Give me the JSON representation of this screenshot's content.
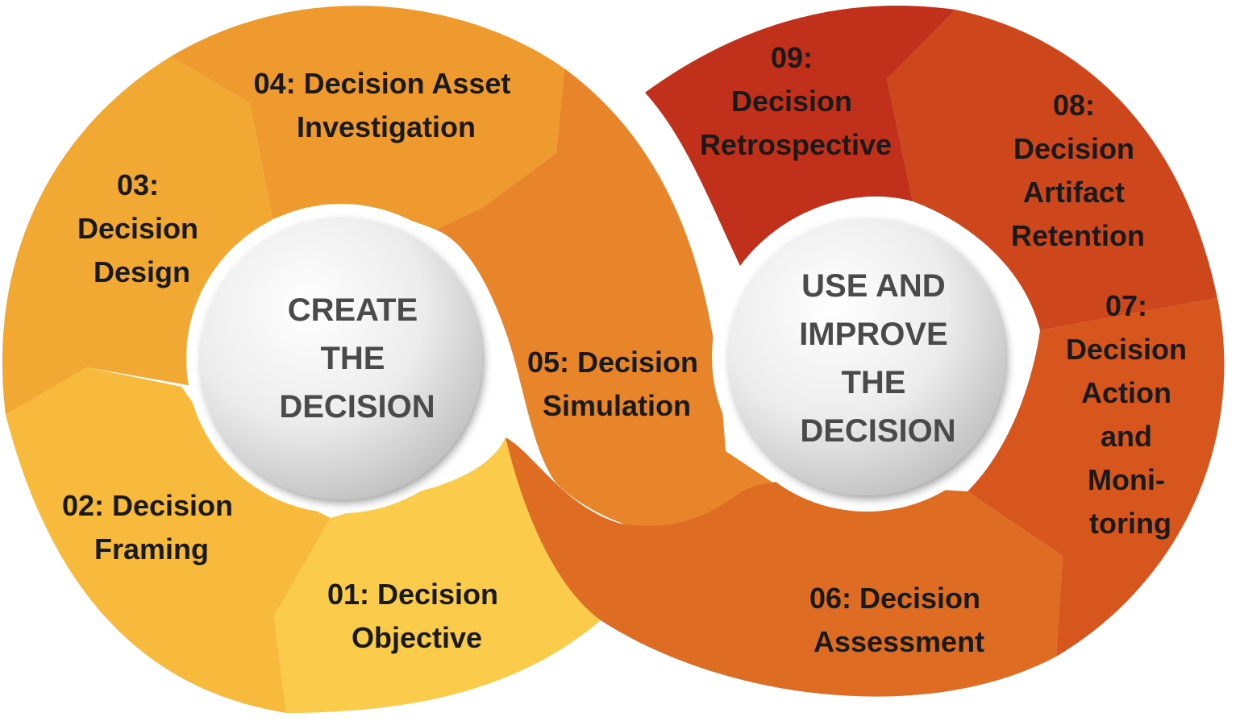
{
  "segments": [
    {
      "id": "s01",
      "label_lines": [
        "01: Decision",
        "Objective"
      ],
      "color": "#FBCB4B"
    },
    {
      "id": "s02",
      "label_lines": [
        "02: Decision",
        "Framing"
      ],
      "color": "#F7BA3D"
    },
    {
      "id": "s03",
      "label_lines": [
        "03:",
        "Decision",
        "Design"
      ],
      "color": "#F2A934"
    },
    {
      "id": "s04",
      "label_lines": [
        "04: Decision Asset",
        "Investigation"
      ],
      "color": "#EE9A2E"
    },
    {
      "id": "s05",
      "label_lines": [
        "05: Decision",
        "Simulation"
      ],
      "color": "#E8852A"
    },
    {
      "id": "s06",
      "label_lines": [
        "06: Decision",
        "Assessment"
      ],
      "color": "#DE6C23"
    },
    {
      "id": "s07",
      "label_lines": [
        "07:",
        "Decision",
        "Action",
        "and",
        "Moni-",
        "toring"
      ],
      "color": "#D6561E"
    },
    {
      "id": "s08",
      "label_lines": [
        "08:",
        "Decision",
        "Artifact",
        "Retention"
      ],
      "color": "#CD461C"
    },
    {
      "id": "s09",
      "label_lines": [
        "09:",
        "Decision",
        "Retrospective"
      ],
      "color": "#C0301B"
    }
  ],
  "hubs": {
    "create": {
      "lines": [
        "CREATE",
        "THE",
        "DECISION"
      ]
    },
    "use": {
      "lines": [
        "USE AND",
        "IMPROVE",
        "THE",
        "DECISION"
      ]
    }
  }
}
